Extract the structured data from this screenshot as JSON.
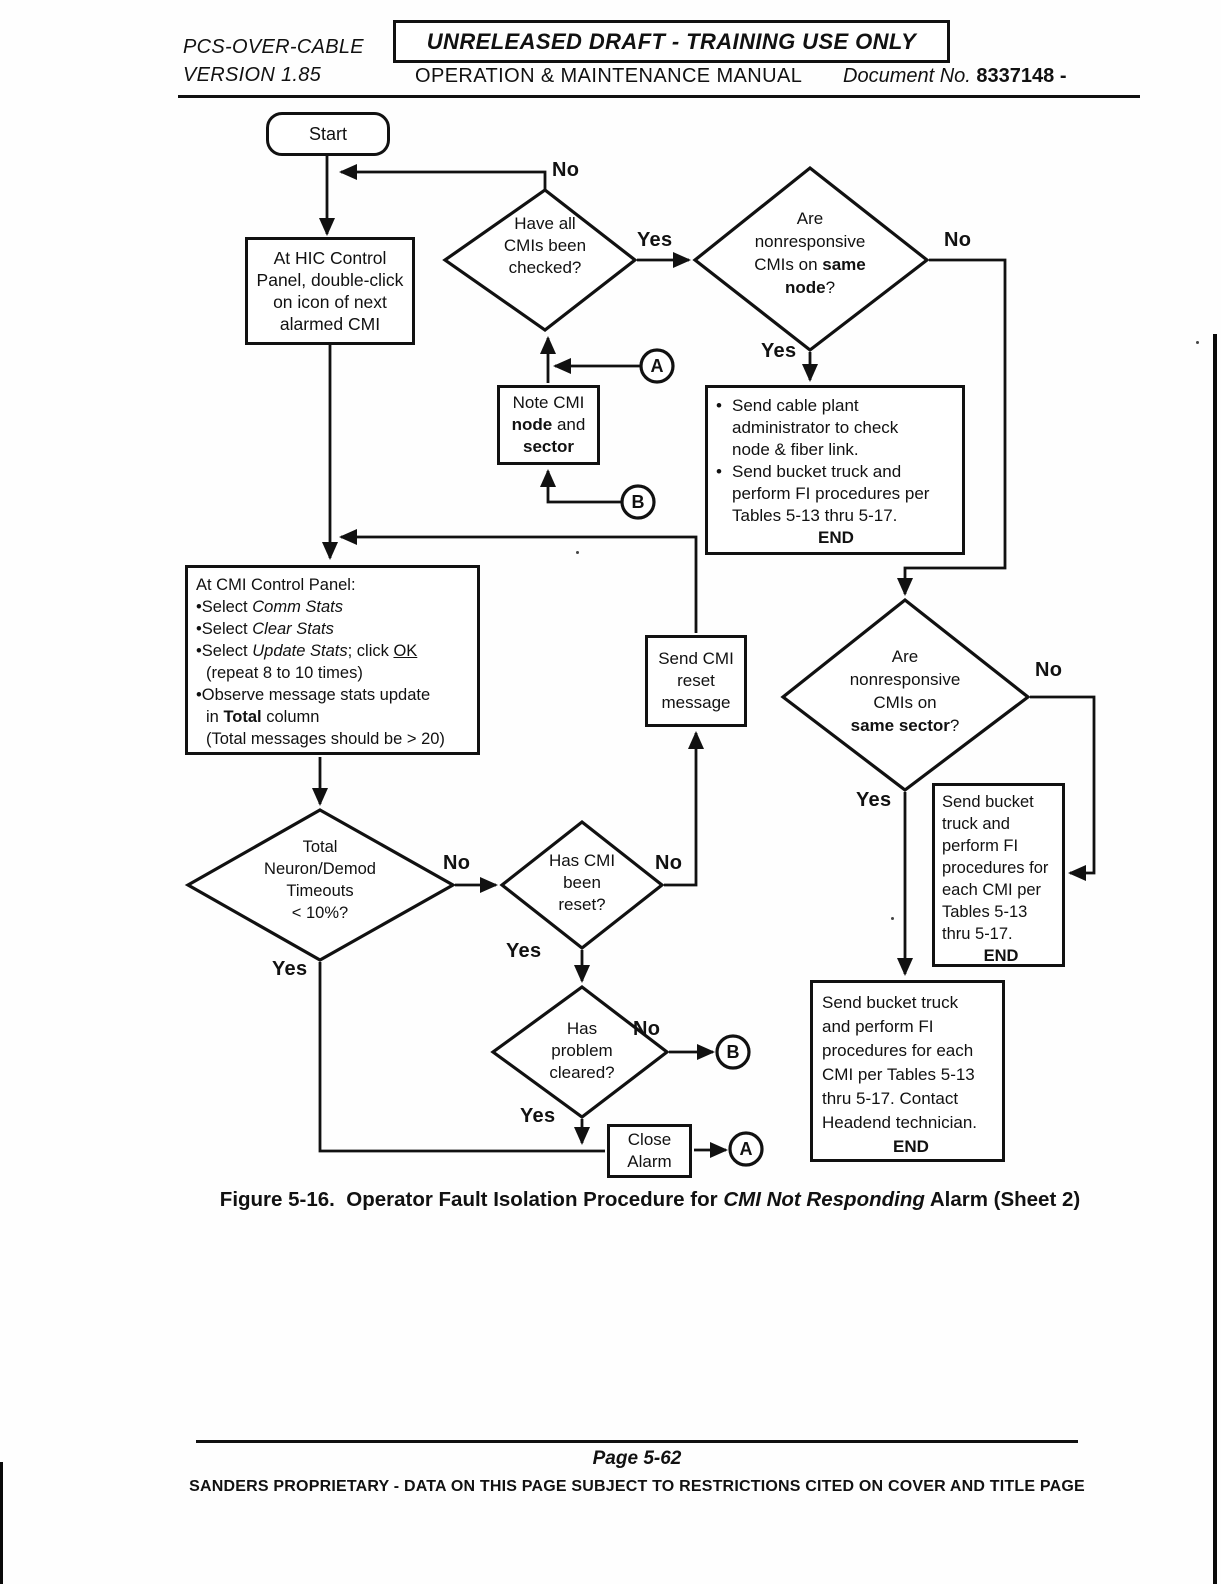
{
  "header": {
    "product_line1": "PCS-OVER-CABLE",
    "product_line2": "VERSION 1.85",
    "draft_banner": "UNRELEASED DRAFT - TRAINING USE ONLY",
    "manual_title": "OPERATION & MAINTENANCE MANUAL",
    "doc_no_label": "Document No.",
    "doc_no_value": "8337148 -"
  },
  "flowchart": {
    "start_label": "Start",
    "labels": {
      "yes": "Yes",
      "no": "No"
    },
    "connectors": {
      "a": "A",
      "b": "B"
    },
    "end_label": "END",
    "hic_box": {
      "l1": "At HIC Control",
      "l2": "Panel, double-click",
      "l3": "on icon of next",
      "l4": "alarmed CMI"
    },
    "checked_diamond": {
      "l1": "Have all",
      "l2": "CMIs been",
      "l3": "checked?"
    },
    "node_diamond": {
      "l1": "Are",
      "l2": "nonresponsive",
      "l3a": "CMIs on ",
      "l3b": "same",
      "l4a": "node",
      "l4b": "?"
    },
    "note_box": {
      "l1": "Note CMI",
      "l2a": "node",
      "l2b": " and",
      "l3": "sector"
    },
    "cable_box": {
      "bullet": "•",
      "b1l1": "Send cable plant",
      "b1l2": "administrator to check",
      "b1l3": "node & fiber link.",
      "b2l1": "Send bucket truck and",
      "b2l2": "perform FI procedures per",
      "b2l3": "Tables 5-13 thru 5-17."
    },
    "sector_diamond": {
      "l1": "Are",
      "l2": "nonresponsive",
      "l3": "CMIs on",
      "l4a": "same sector",
      "l4b": "?"
    },
    "bucket_box": {
      "l1": "Send bucket",
      "l2": "truck and",
      "l3": "perform FI",
      "l4": "procedures for",
      "l5": "each CMI per",
      "l6": "Tables 5-13",
      "l7": "thru 5-17."
    },
    "cmi_box": {
      "l1": "At CMI Control Panel:",
      "l2a": "•Select ",
      "l2b": "Comm Stats",
      "l3a": "•Select ",
      "l3b": "Clear Stats",
      "l4a": "•Select ",
      "l4b": "Update Stats",
      "l4c": "; click ",
      "l4d": "OK",
      "l5": "(repeat 8 to 10 times)",
      "l6": "•Observe message stats update",
      "l7a": "in ",
      "l7b": "Total",
      "l7c": " column",
      "l8": "(Total messages should be > 20)"
    },
    "total_diamond": {
      "l1": "Total",
      "l2": "Neuron/Demod",
      "l3": "Timeouts",
      "l4": "< 10%?"
    },
    "reset_diamond": {
      "l1": "Has CMI",
      "l2": "been",
      "l3": "reset?"
    },
    "resetmsg_box": {
      "l1": "Send CMI",
      "l2": "reset",
      "l3": "message"
    },
    "problem_diamond": {
      "l1": "Has",
      "l2": "problem",
      "l3": "cleared?"
    },
    "final_box": {
      "l1": "Send bucket truck",
      "l2": "and perform FI",
      "l3": "procedures for each",
      "l4": "CMI per Tables 5-13",
      "l5": "thru 5-17. Contact",
      "l6": "Headend technician."
    },
    "close_box": {
      "l1": "Close",
      "l2": "Alarm"
    }
  },
  "caption": {
    "a": "Figure 5-16.",
    "b": "Operator Fault Isolation Procedure for",
    "c": "CMI Not Responding",
    "d": "Alarm (Sheet 2)"
  },
  "footer": {
    "page": "Page 5-62",
    "proprietary": "SANDERS PROPRIETARY - DATA ON THIS PAGE SUBJECT TO RESTRICTIONS CITED ON COVER AND TITLE PAGE"
  }
}
